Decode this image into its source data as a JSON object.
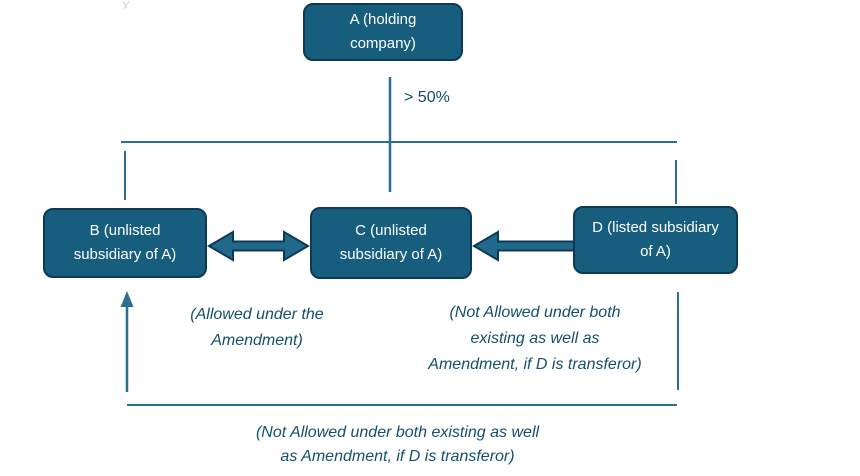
{
  "colors": {
    "background": "#FFFFFF",
    "node_fill": "#175E7E",
    "node_border": "#0D3A52",
    "node_text": "#FFFFFF",
    "connector": "#2E6F8F",
    "arrow_fill": "#20688C",
    "arrow_outline": "#0D3A52",
    "annotation_text": "#14506B"
  },
  "nodes": {
    "a": {
      "line1": "A (holding",
      "line2": "company)"
    },
    "b": {
      "line1": "B (unlisted",
      "line2": "subsidiary of A)"
    },
    "c": {
      "line1": "C (unlisted",
      "line2": "subsidiary of A)"
    },
    "d": {
      "line1": "D (listed subsidiary",
      "line2": "of A)"
    }
  },
  "labels": {
    "ownership": "> 50%"
  },
  "annotations": {
    "b_c": {
      "line1": "(Allowed under the",
      "line2": "Amendment)"
    },
    "d_c": {
      "line1": "(Not Allowed under both",
      "line2": "existing as well as",
      "line3": "Amendment, if D is transferor)"
    },
    "d_b": {
      "line1": "(Not Allowed under both existing as well",
      "line2": "as Amendment, if D is transferor)"
    }
  }
}
